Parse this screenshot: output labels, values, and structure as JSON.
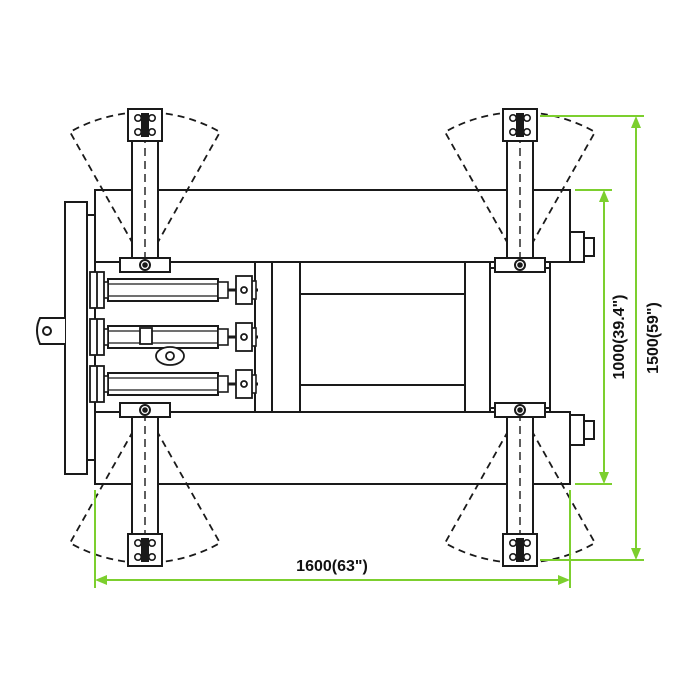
{
  "dimensions": {
    "width_label": "1600(63\")",
    "inner_height_label": "1000(39.4\")",
    "outer_height_label": "1500(59\")"
  },
  "colors": {
    "dimension_line": "#7ccf2e",
    "outline": "#1a1a1a",
    "background": "#ffffff"
  }
}
